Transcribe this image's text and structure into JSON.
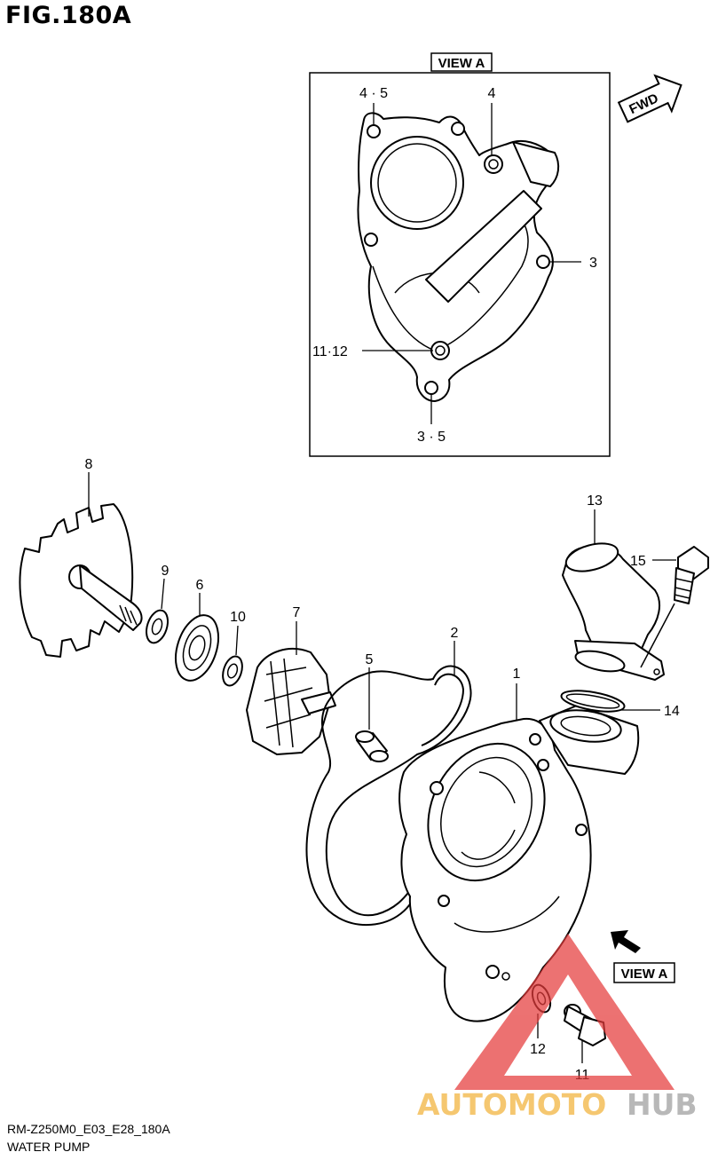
{
  "figure": {
    "title": "FIG.180A",
    "code": "RM-Z250M0_E03_E28_180A",
    "name": "WATER PUMP"
  },
  "view_box": {
    "label": "VIEW A",
    "callouts": [
      "4 · 5",
      "4",
      "3",
      "11·12",
      "3 · 5"
    ]
  },
  "fwd_label": "FWD",
  "view_a_pointer": "VIEW A",
  "parts": [
    {
      "ref": "1"
    },
    {
      "ref": "2"
    },
    {
      "ref": "5"
    },
    {
      "ref": "6"
    },
    {
      "ref": "7"
    },
    {
      "ref": "8"
    },
    {
      "ref": "9"
    },
    {
      "ref": "10"
    },
    {
      "ref": "11"
    },
    {
      "ref": "12"
    },
    {
      "ref": "13"
    },
    {
      "ref": "14"
    },
    {
      "ref": "15"
    }
  ],
  "watermark": {
    "text_a": "AUTOMOTO",
    "text_b": "HUB",
    "color_a": "#f2b23a",
    "color_b": "#9e9e9e",
    "triangle_color": "#e53b3b"
  }
}
